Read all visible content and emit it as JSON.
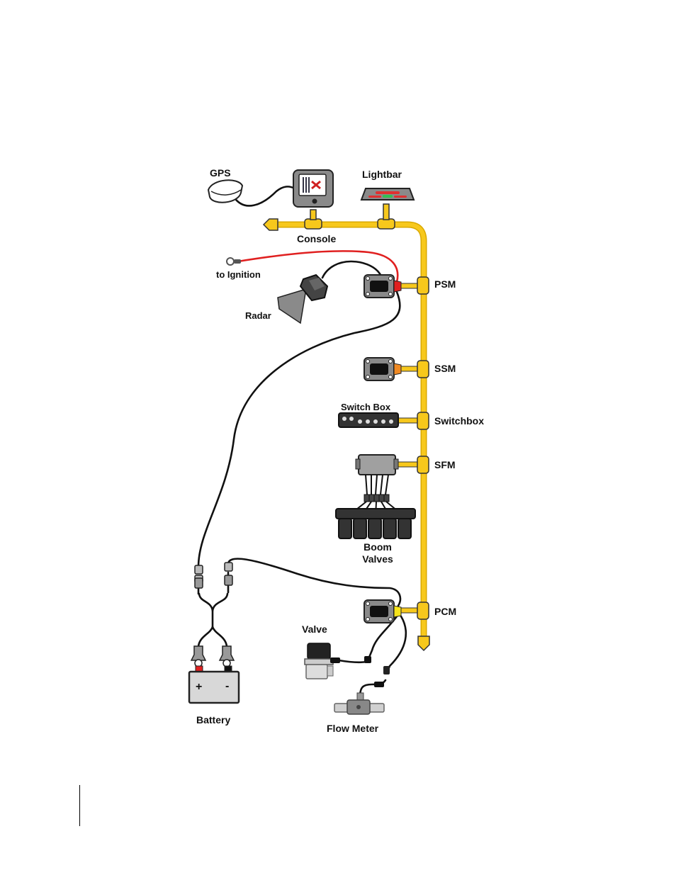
{
  "labels": {
    "gps": "GPS",
    "lightbar": "Lightbar",
    "console": "Console",
    "to_ignition": "to Ignition",
    "radar": "Radar",
    "psm": "PSM",
    "ssm": "SSM",
    "switch_box": "Switch Box",
    "switchbox": "Switchbox",
    "sfm": "SFM",
    "boom_valves_line1": "Boom",
    "boom_valves_line2": "Valves",
    "pcm": "PCM",
    "valve": "Valve",
    "battery": "Battery",
    "flow_meter": "Flow Meter",
    "battery_plus": "+",
    "battery_minus": "-"
  },
  "colors": {
    "bus": "#f7c81c",
    "bus_edge": "#d9a800",
    "cable": "#111111",
    "power_wire": "#e02020",
    "module_body": "#8a8a8a",
    "ssm_connector": "#f08a24",
    "pcm_connector": "#f7e41c"
  }
}
